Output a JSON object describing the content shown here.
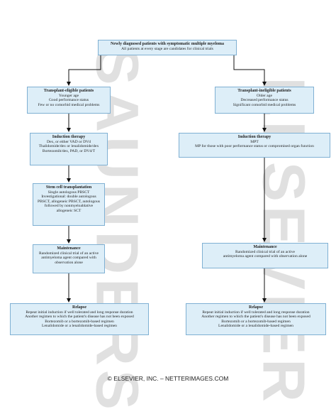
{
  "watermarks": {
    "left": "SAUNDERS",
    "right": "ELSEVIER"
  },
  "top": {
    "title": "Newly diagnosed patients with symptomatic multiple myeloma",
    "lines": [
      "All patients at every stage are candidates for clinical trials"
    ]
  },
  "left": [
    {
      "title": "Transplant-eligible patients",
      "lines": [
        "Younger age",
        "Good performance status",
        "Few or no comorbid medical problems"
      ]
    },
    {
      "title": "Induction therapy",
      "lines": [
        "Dex, or either VAD or DVd",
        "Thalidomide/dex or lenalidomide/dex",
        "Bortezomib/dex, PAD, or DVd/T"
      ]
    },
    {
      "title": "Stem cell transplantation",
      "lines": [
        "Single autologous PBSCT",
        "Investigational: double autologous",
        "PBSCT, allogeneic PBSCT, autologous",
        "followed by nonmyeloablative",
        "allogeneic SCT"
      ]
    },
    {
      "title": "Maintenance",
      "lines": [
        "Randomized clinical trial of an active",
        "antimyeloma agent compared with",
        "observation alone"
      ]
    },
    {
      "title": "Relapse",
      "lines": [
        "Repeat initial induction if well tolerated and long response duration",
        "Another regimen to which the patient's disease has not been exposed",
        "Bortezomib or a bortezomib-based regimen",
        "Lenalidomide or a lenalidomide-based regimen"
      ]
    }
  ],
  "right": [
    {
      "title": "Transplant-ineligible patients",
      "lines": [
        "Older age",
        "Decreased performance status",
        "Significant comorbid medical problems"
      ]
    },
    {
      "title": "Induction therapy",
      "lines": [
        "MPT",
        "MP for those with poor performance status or compromised organ function"
      ]
    },
    {
      "title": "Maintenance",
      "lines": [
        "Randomized clinical trial of an active",
        "antimyeloma agent compared with observation alone"
      ]
    },
    {
      "title": "Relapse",
      "lines": [
        "Repeat initial induction if well tolerated and long response duration",
        "Another regimen to which the patient's disease has not been exposed",
        "Bortezomib or a bortezomib-based regimen",
        "Lenalidomide or a lenalidomide-based regimen"
      ]
    }
  ],
  "footer": "© ELSEVIER, INC. – NETTERIMAGES.COM"
}
